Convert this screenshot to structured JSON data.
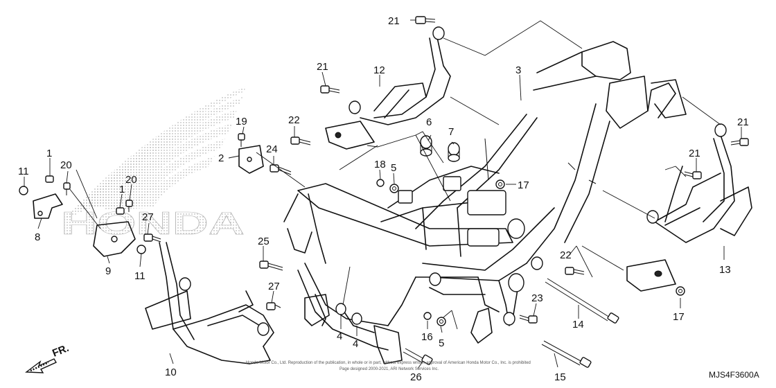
{
  "diagram": {
    "drawing_code": "MJS4F3600A",
    "direction_label": "FR.",
    "watermark_text": "HONDA",
    "copyright_line_1": "Honda Motor Co., Ltd. Reproduction of the publication, in whole or in part, without express written approval of American Honda Motor Co., Inc. is prohibited",
    "copyright_line_2": "Page designed 2000-2021, ARI Network Services Inc.",
    "callouts": {
      "c1a": "1",
      "c1b": "1",
      "c2": "2",
      "c3": "3",
      "c4a": "4",
      "c4b": "4",
      "c5a": "5",
      "c5b": "5",
      "c6": "6",
      "c7": "7",
      "c8": "8",
      "c9": "9",
      "c10": "10",
      "c11a": "11",
      "c11b": "11",
      "c12": "12",
      "c13": "13",
      "c14": "14",
      "c15": "15",
      "c16": "16",
      "c17a": "17",
      "c17b": "17",
      "c18": "18",
      "c19": "19",
      "c20a": "20",
      "c20b": "20",
      "c21a": "21",
      "c21b": "21",
      "c21c": "21",
      "c21d": "21",
      "c22a": "22",
      "c22b": "22",
      "c23": "23",
      "c24": "24",
      "c25": "25",
      "c26": "26",
      "c27a": "27",
      "c27b": "27"
    }
  }
}
